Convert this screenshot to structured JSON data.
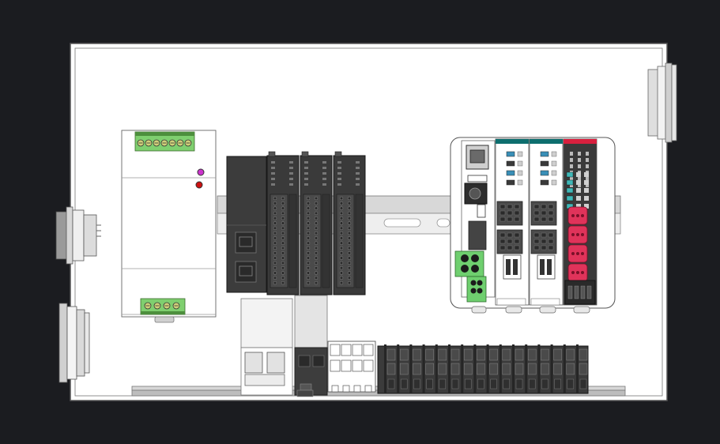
{
  "view": {
    "background_color": "#1b1c20",
    "panel_color": "#ffffff",
    "device_dark": "#3a3a3a",
    "terminal_green": "#6fcf6f",
    "plc_accent_teal": "#0d6e6e",
    "plc_accent_red": "#d8203e",
    "led_violet": "#cc33cc",
    "led_red": "#cc1111"
  },
  "components": {
    "power_supply": {
      "name": "power-supply-unit"
    },
    "io_modules": {
      "count": 3
    },
    "plc_modules": [
      "teal",
      "teal",
      "red"
    ],
    "terminal_strip": {
      "count": 16
    }
  }
}
